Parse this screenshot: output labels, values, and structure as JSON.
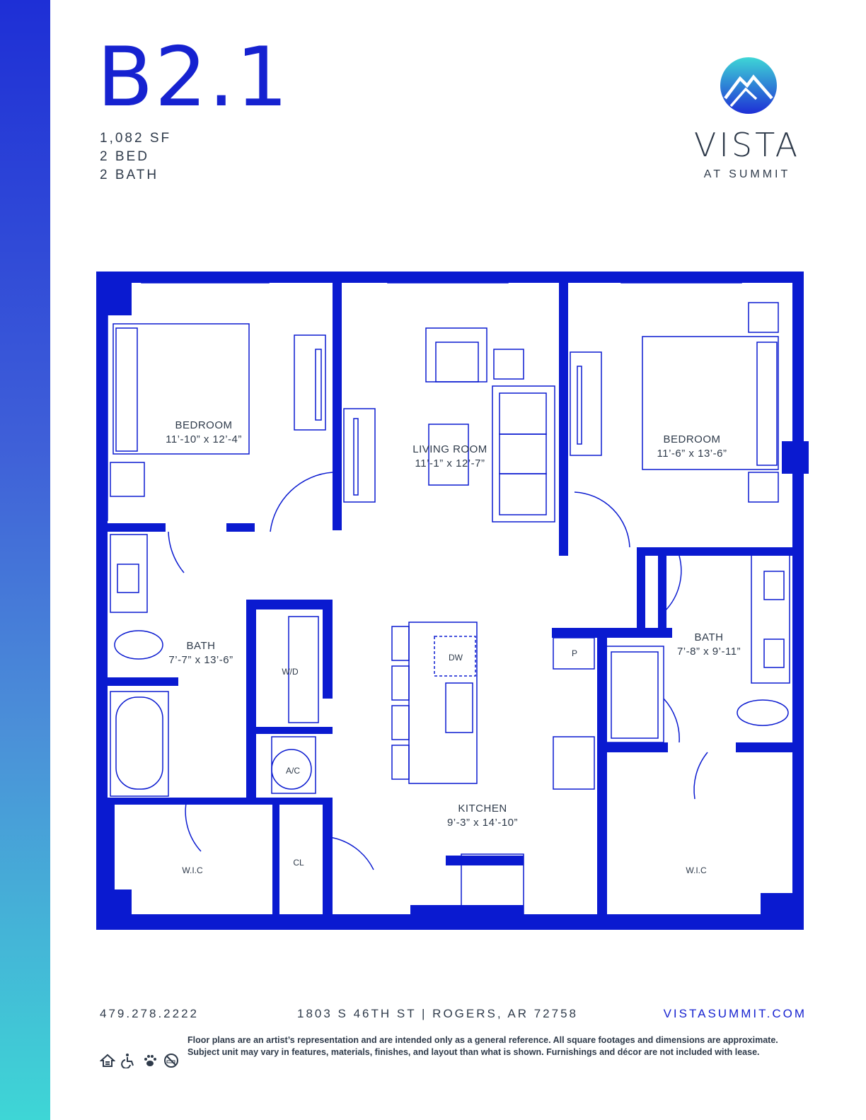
{
  "header": {
    "unit_name": "B2.1",
    "sqft": "1,082 SF",
    "beds": "2 BED",
    "baths": "2 BATH"
  },
  "logo": {
    "word": "VISTA",
    "sub": "AT SUMMIT",
    "icon": "mountain-circle-icon"
  },
  "rooms": {
    "bedroom_left": {
      "name": "BEDROOM",
      "dims": "11’-10” x 12’-4”"
    },
    "living": {
      "name": "LIVING ROOM",
      "dims": "11’-1” x 12’-7”"
    },
    "bedroom_right": {
      "name": "BEDROOM",
      "dims": "11’-6” x 13’-6”"
    },
    "bath_left": {
      "name": "BATH",
      "dims": "7’-7” x 13’-6”"
    },
    "bath_right": {
      "name": "BATH",
      "dims": "7’-8” x 9’-11”"
    },
    "kitchen": {
      "name": "KITCHEN",
      "dims": "9’-3” x 14’-10”"
    },
    "wic_left": {
      "name": "W.I.C"
    },
    "wic_right": {
      "name": "W.I.C"
    },
    "closet": {
      "name": "CL"
    },
    "laundry": {
      "name": "W/D"
    },
    "ac": {
      "name": "A/C"
    },
    "dishwasher": {
      "name": "DW"
    },
    "pantry": {
      "name": "P"
    }
  },
  "footer": {
    "phone": "479.278.2222",
    "address": "1803 S 46TH ST | ROGERS, AR 72758",
    "website": "VISTASUMMIT.COM",
    "disclaimer": "Floor plans are an artist’s representation and are intended only as a general reference. All square footages and dimensions are approximate. Subject unit may vary in features, materials, finishes, and layout than what is shown. Furnishings and décor are not included with lease.",
    "badges": [
      "equal-housing-icon",
      "accessible-icon",
      "pet-friendly-icon",
      "no-smoking-icon"
    ]
  },
  "colors": {
    "wall": "#0a1ad0",
    "text": "#2e3a4a",
    "accent": "#1622d0"
  }
}
